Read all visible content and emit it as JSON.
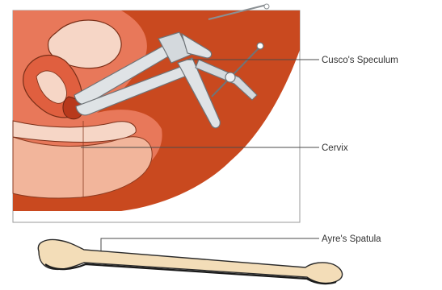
{
  "labels": {
    "speculum": "Cusco's Speculum",
    "cervix": "Cervix",
    "spatula": "Ayre's Spatula"
  },
  "colors": {
    "tissue_dark": "#c9491f",
    "tissue_mid": "#e8785a",
    "tissue_light": "#f2b59b",
    "canal": "#f6d6c6",
    "instrument": "#dfe3e6",
    "instrument_edge": "#6f7478",
    "spatula_wood": "#f3ddb8",
    "spatula_edge": "#2a2a2a",
    "frame": "#9a9a9a"
  }
}
